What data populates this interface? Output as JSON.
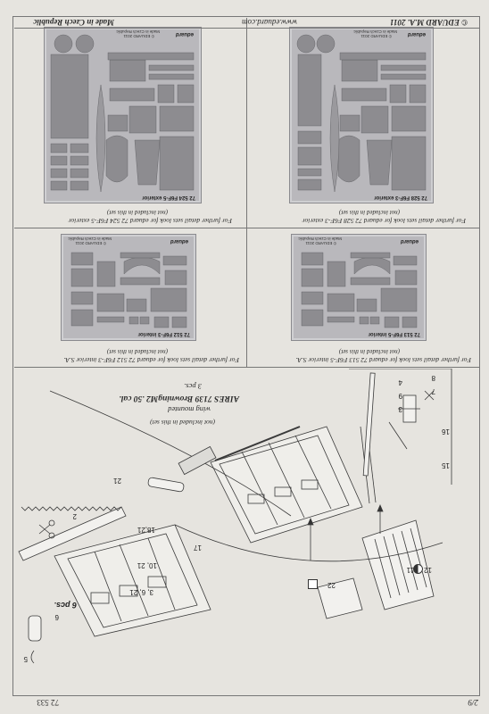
{
  "page": {
    "number": "2/9",
    "code": "72 533"
  },
  "footer": {
    "copyright": "© EDUARD M.A. 2011",
    "url": "www.eduard.com",
    "origin": "Made in Czech Republic"
  },
  "panels": [
    {
      "id": "p1",
      "sheet_title": "72 528  F6F-3 exterior",
      "sheet_copyright": "© EDUARD 2011",
      "sheet_origin": "Made in Czech Republic",
      "sheet_brand": "eduard",
      "caption": "For further detail sets look for eduard 72 528 F6F-3 exterior",
      "note": "(not included in this set)"
    },
    {
      "id": "p2",
      "sheet_title": "72 524  F6F-5 exterior",
      "sheet_copyright": "© EDUARD 2011",
      "sheet_origin": "Made in Czech Republic",
      "sheet_brand": "eduard",
      "caption": "For further detail sets look for eduard 72 524 F6F-5 exterior",
      "note": "(not included in this set)"
    },
    {
      "id": "p3",
      "sheet_title": "72 512  F6F-3 interior",
      "sheet_copyright": "© EDUARD 2011",
      "sheet_origin": "Made in Czech Republic",
      "sheet_brand": "eduard",
      "caption": "For further detail sets look for eduard 72 512 F6F-3 interior S.A.",
      "note": "(not included in this set)"
    },
    {
      "id": "p4",
      "sheet_title": "72 513  F6F-5 interior",
      "sheet_copyright": "© EDUARD 2011",
      "sheet_origin": "Made in Czech Republic",
      "sheet_brand": "eduard",
      "caption": "For further detail sets look for eduard 72 513 F6F-5 interior S.A.",
      "note": "(not included in this set)"
    }
  ],
  "assembly": {
    "aires_line1": "AIRES 7139  BrowningM2 .50 cal.",
    "aires_line2": "3 pcs.",
    "aires_line3": "wing mounted",
    "aires_note": "(not included in this set)",
    "qty": "6 pcs.",
    "callouts": {
      "c1821": "18,21",
      "c1021": "10, 21",
      "c3621": "3, 6, 21",
      "c2": "2",
      "c21": "21",
      "c17": "17",
      "c4": "4",
      "c9": "9",
      "c3": "3",
      "c7": "7",
      "c8": "8",
      "c16": "16",
      "c15": "15",
      "c11": "11",
      "c12": "12",
      "c22": "22",
      "c5": "5",
      "c6": "6"
    }
  }
}
